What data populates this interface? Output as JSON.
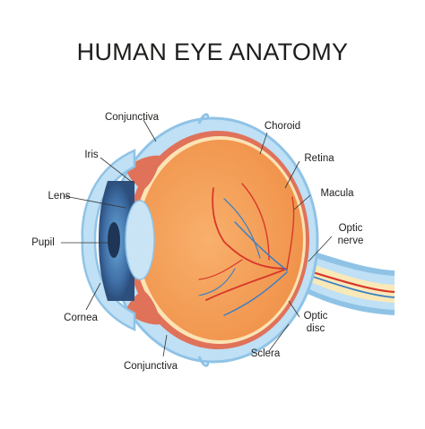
{
  "title": "HUMAN EYE ANATOMY",
  "labels": {
    "conjunctiva_top": "Conjunctiva",
    "choroid": "Choroid",
    "iris": "Iris",
    "retina": "Retina",
    "macula": "Macula",
    "lens": "Lens",
    "optic_nerve_line1": "Optic",
    "optic_nerve_line2": "nerve",
    "pupil": "Pupil",
    "cornea": "Cornea",
    "optic_disc_line1": "Optic",
    "optic_disc_line2": "disc",
    "sclera": "Sclera",
    "conjunctiva_bottom": "Conjunctiva"
  },
  "colors": {
    "sclera_outer": "#8fc3e6",
    "sclera_fill": "#bfe0f5",
    "choroid_band": "#e0725a",
    "retina_band": "#fbe3b4",
    "vitreous": "#f6a25c",
    "iris": "#3f6fa6",
    "pupil": "#1e3556",
    "lens": "#c9e4f4",
    "vessel_red": "#d8382a",
    "vessel_blue": "#3b7fc4",
    "nerve": "#f9e9b8"
  }
}
